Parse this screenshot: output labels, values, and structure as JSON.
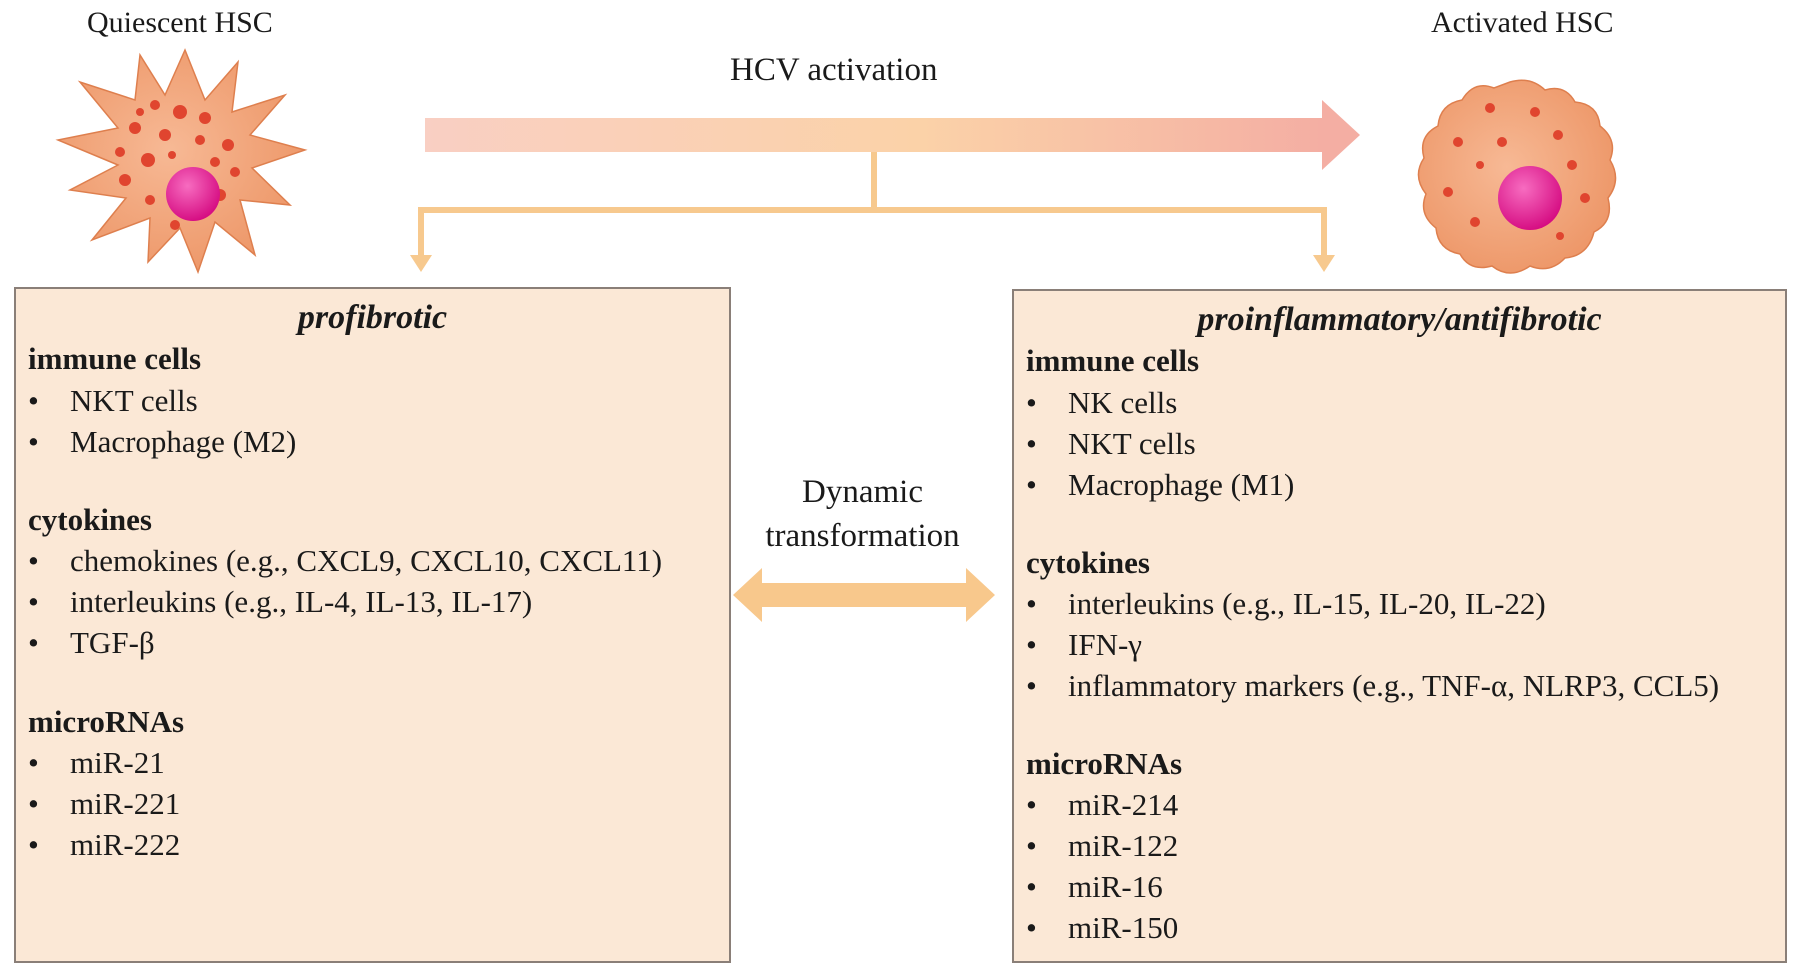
{
  "cells": {
    "quiescent_label": "Quiescent HSC",
    "activated_label": "Activated HSC"
  },
  "top_arrow": {
    "label": "HCV activation"
  },
  "center": {
    "line1": "Dynamic",
    "line2": "transformation"
  },
  "left_panel": {
    "title": "profibrotic",
    "sections": [
      {
        "heading": "immune cells",
        "items": [
          "NKT cells",
          "Macrophage (M2)"
        ]
      },
      {
        "heading": "cytokines",
        "items": [
          "chemokines (e.g., CXCL9, CXCL10, CXCL11)",
          "interleukins (e.g., IL-4, IL-13, IL-17)",
          "TGF-β"
        ]
      },
      {
        "heading": "microRNAs",
        "items": [
          "miR-21",
          "miR-221",
          "miR-222"
        ]
      }
    ]
  },
  "right_panel": {
    "title": "proinflammatory/antifibrotic",
    "sections": [
      {
        "heading": "immune cells",
        "items": [
          "NK cells",
          "NKT cells",
          "Macrophage (M1)"
        ]
      },
      {
        "heading": "cytokines",
        "items": [
          "interleukins (e.g., IL-15, IL-20, IL-22)",
          "IFN-γ",
          "inflammatory markers (e.g., TNF-α, NLRP3, CCL5)"
        ]
      },
      {
        "heading": "microRNAs",
        "items": [
          "miR-214",
          "miR-122",
          "miR-16",
          "miR-150"
        ]
      }
    ]
  },
  "bullet_char": "•",
  "colors": {
    "panel_fill": "#fbe8d6",
    "arrow_start": "#f7c9c0",
    "arrow_end": "#f3a9a0",
    "connector": "#f7c98e",
    "cell_body": "#f0a277",
    "granule": "#e0452f",
    "nucleus": "#e0168e"
  }
}
